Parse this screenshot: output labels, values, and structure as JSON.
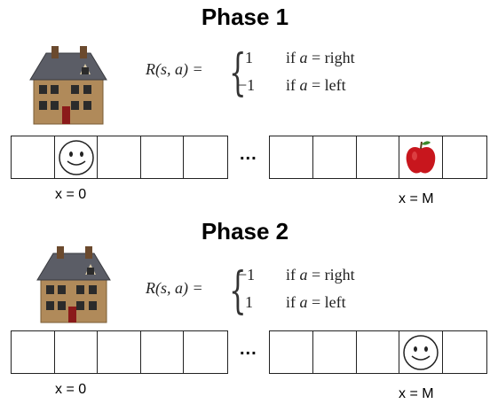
{
  "phase1": {
    "title": "Phase 1",
    "reward": {
      "lhs": "R(s, a) =",
      "cases": [
        {
          "value": "1",
          "condition_prefix": "if ",
          "condition_var": "a",
          "condition_rest": " = right"
        },
        {
          "value": "−1",
          "condition_prefix": "if ",
          "condition_var": "a",
          "condition_rest": " = left"
        }
      ]
    },
    "ellipsis": "...",
    "label_left": "x = 0",
    "label_right": "x = M",
    "agent_cell": 1,
    "goal_cell": 8,
    "agent_icon": "smiley-face-icon",
    "goal_icon": "apple-icon"
  },
  "phase2": {
    "title": "Phase 2",
    "reward": {
      "lhs": "R(s, a) =",
      "cases": [
        {
          "value": "−1",
          "condition_prefix": "if ",
          "condition_var": "a",
          "condition_rest": " = right"
        },
        {
          "value": "1",
          "condition_prefix": "if ",
          "condition_var": "a",
          "condition_rest": " = left"
        }
      ]
    },
    "ellipsis": "...",
    "label_left": "x = 0",
    "label_right": "x = M",
    "agent_cell": 8,
    "agent_icon": "smiley-face-icon",
    "house_icon": "house-icon"
  },
  "colors": {
    "house_wall": "#b08a5a",
    "house_roof": "#5b5d66",
    "house_door": "#8b1a1a",
    "apple_red": "#c8161d",
    "apple_leaf": "#3a8a2a"
  }
}
